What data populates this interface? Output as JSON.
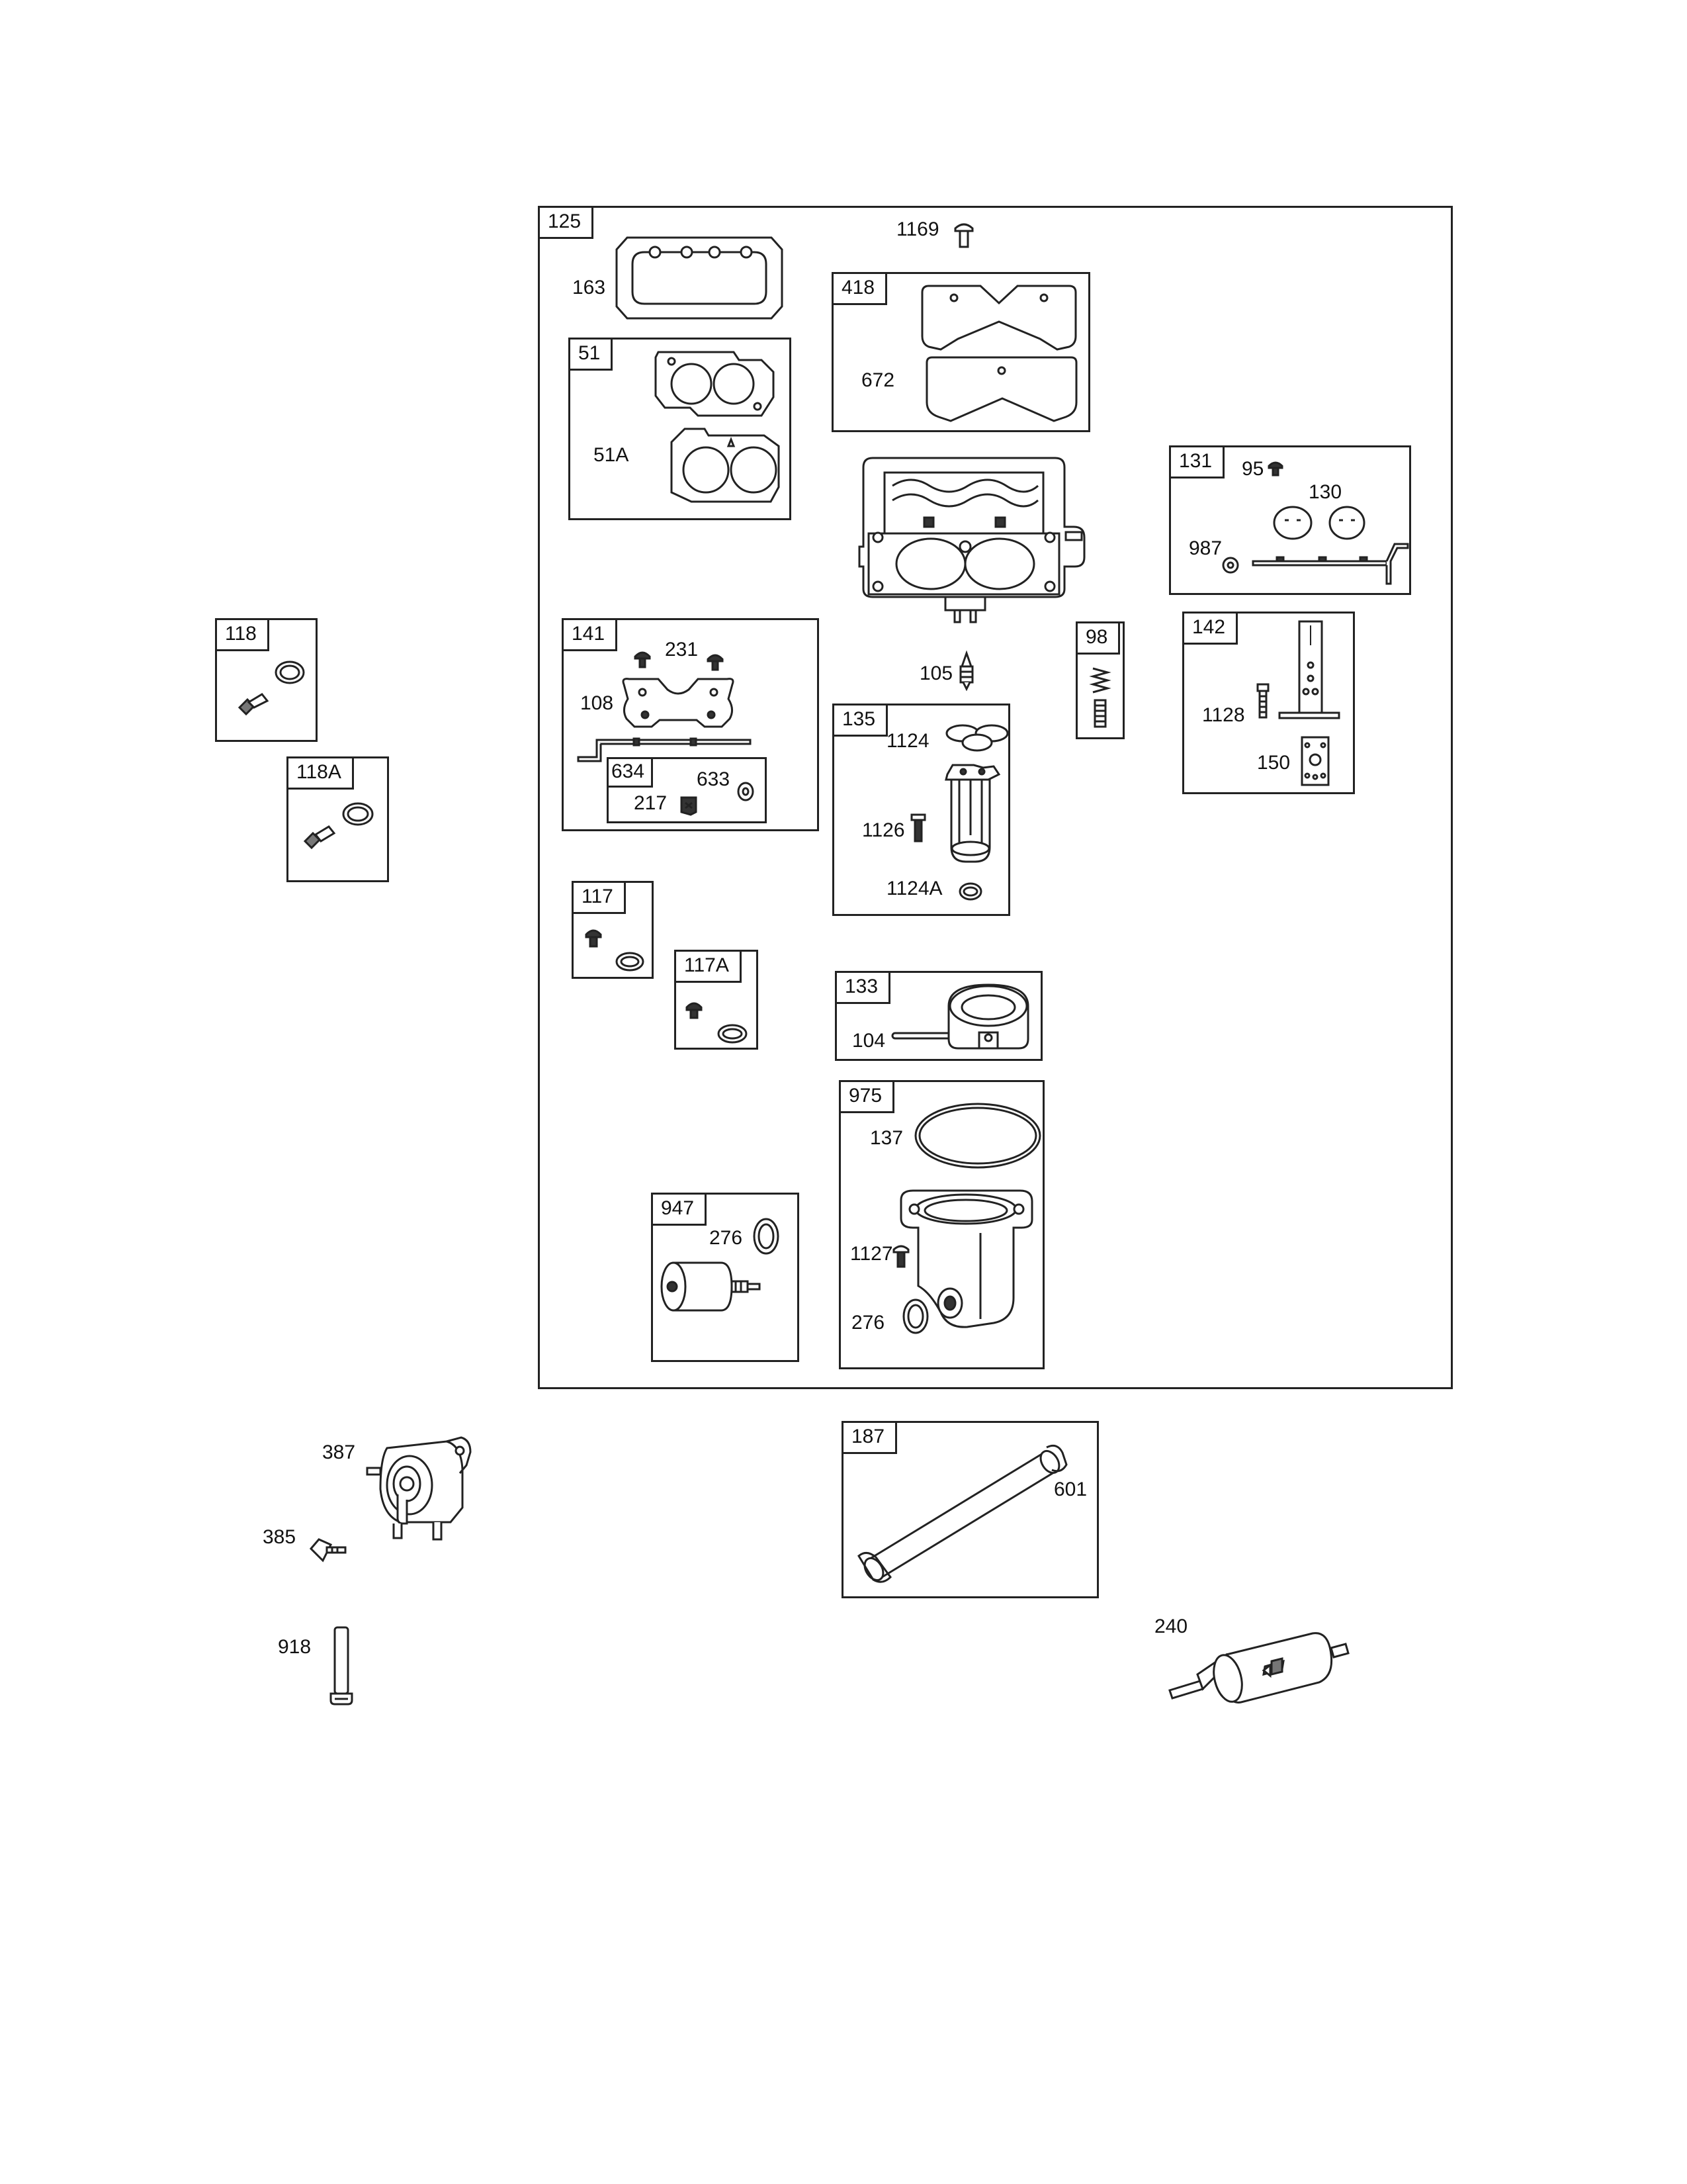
{
  "diagram": {
    "main_kit": "125",
    "kits": {
      "k51": "51",
      "k418": "418",
      "k131": "131",
      "k141": "141",
      "k634": "634",
      "k98": "98",
      "k135": "135",
      "k142": "142",
      "k117": "117",
      "k117a": "117A",
      "k133": "133",
      "k975": "975",
      "k947": "947",
      "k118": "118",
      "k118a": "118A",
      "k187": "187"
    },
    "parts": {
      "p1169": "1169",
      "p163": "163",
      "p51a": "51A",
      "p672": "672",
      "p95": "95",
      "p130": "130",
      "p987": "987",
      "p231": "231",
      "p108": "108",
      "p633": "633",
      "p217": "217",
      "p105": "105",
      "p1124": "1124",
      "p1126": "1126",
      "p1124a": "1124A",
      "p1128": "1128",
      "p150": "150",
      "p104": "104",
      "p137": "137",
      "p1127": "1127",
      "p276a": "276",
      "p276b": "276",
      "p387": "387",
      "p385": "385",
      "p918": "918",
      "p601": "601",
      "p240": "240"
    }
  }
}
